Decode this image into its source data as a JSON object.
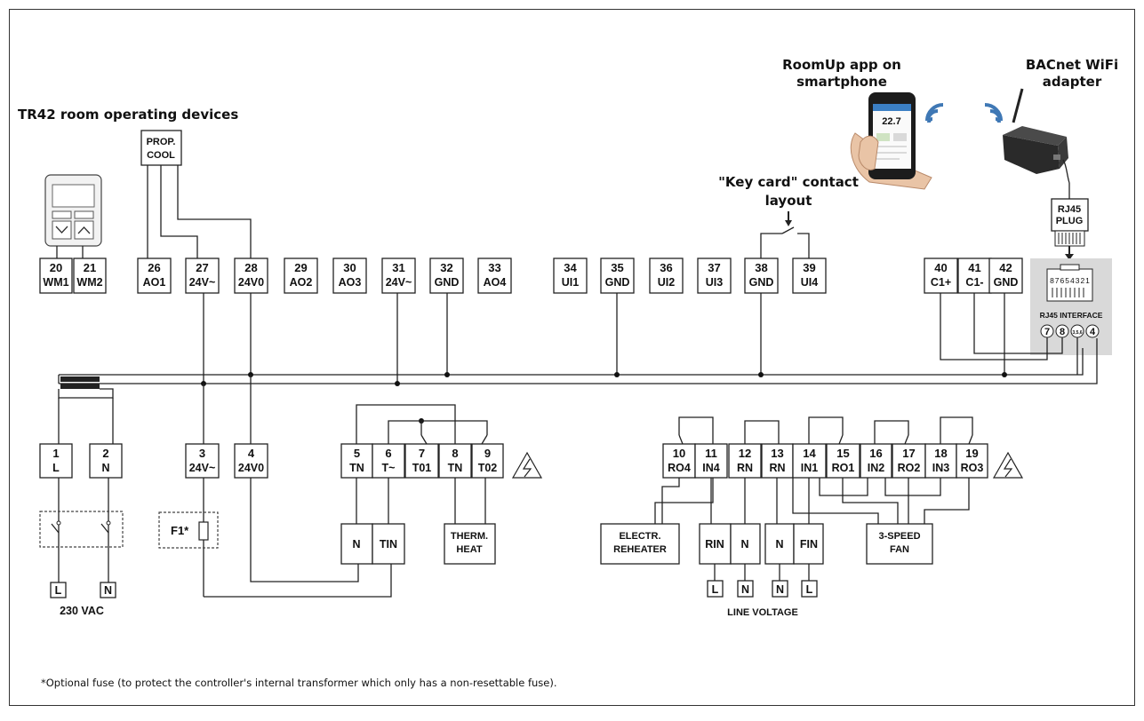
{
  "headings": {
    "room_devices": "TR42 room operating devices",
    "app": [
      "RoomUp app on",
      "smartphone"
    ],
    "bacnet": [
      "BACnet WiFi",
      "adapter"
    ],
    "keycard": [
      "\"Key card\" contact",
      "layout"
    ]
  },
  "prop_cool": [
    "PROP.",
    "COOL"
  ],
  "phone_reading": "22.7",
  "rj45_plug": [
    "RJ45",
    "PLUG"
  ],
  "rj45_interface": "RJ45 INTERFACE",
  "rj45_pins": "87654321",
  "rj45_bottom": [
    "7",
    "8",
    "3,5,6",
    "4"
  ],
  "top_terminals": [
    {
      "num": "20",
      "label": "WM1"
    },
    {
      "num": "21",
      "label": "WM2"
    },
    {
      "num": "26",
      "label": "AO1"
    },
    {
      "num": "27",
      "label": "24V~"
    },
    {
      "num": "28",
      "label": "24V0"
    },
    {
      "num": "29",
      "label": "AO2"
    },
    {
      "num": "30",
      "label": "AO3"
    },
    {
      "num": "31",
      "label": "24V~"
    },
    {
      "num": "32",
      "label": "GND"
    },
    {
      "num": "33",
      "label": "AO4"
    },
    {
      "num": "34",
      "label": "UI1"
    },
    {
      "num": "35",
      "label": "GND"
    },
    {
      "num": "36",
      "label": "UI2"
    },
    {
      "num": "37",
      "label": "UI3"
    },
    {
      "num": "38",
      "label": "GND"
    },
    {
      "num": "39",
      "label": "UI4"
    },
    {
      "num": "40",
      "label": "C1+"
    },
    {
      "num": "41",
      "label": "C1-"
    },
    {
      "num": "42",
      "label": "GND"
    }
  ],
  "bottom_terminals": [
    {
      "num": "1",
      "label": "L"
    },
    {
      "num": "2",
      "label": "N"
    },
    {
      "num": "3",
      "label": "24V~"
    },
    {
      "num": "4",
      "label": "24V0"
    },
    {
      "num": "5",
      "label": "TN"
    },
    {
      "num": "6",
      "label": "T~"
    },
    {
      "num": "7",
      "label": "T01"
    },
    {
      "num": "8",
      "label": "TN"
    },
    {
      "num": "9",
      "label": "T02"
    },
    {
      "num": "10",
      "label": "RO4"
    },
    {
      "num": "11",
      "label": "IN4"
    },
    {
      "num": "12",
      "label": "RN"
    },
    {
      "num": "13",
      "label": "RN"
    },
    {
      "num": "14",
      "label": "IN1"
    },
    {
      "num": "15",
      "label": "RO1"
    },
    {
      "num": "16",
      "label": "IN2"
    },
    {
      "num": "17",
      "label": "RO2"
    },
    {
      "num": "18",
      "label": "IN3"
    },
    {
      "num": "19",
      "label": "RO3"
    }
  ],
  "devices": {
    "fuse": "F1*",
    "n": "N",
    "tin": "TIN",
    "therm_heat": [
      "THERM.",
      "HEAT"
    ],
    "electr_reheater": [
      "ELECTR.",
      "REHEATER"
    ],
    "rin": "RIN",
    "fin": "FIN",
    "fan": [
      "3-SPEED",
      "FAN"
    ]
  },
  "supply": {
    "l": "L",
    "n": "N",
    "voltage": "230 VAC"
  },
  "line_voltage_terms": [
    "L",
    "N",
    "N",
    "L"
  ],
  "line_voltage": "LINE VOLTAGE",
  "footnote": "*Optional fuse (to protect the controller's internal transformer which only has a non-resettable fuse)."
}
